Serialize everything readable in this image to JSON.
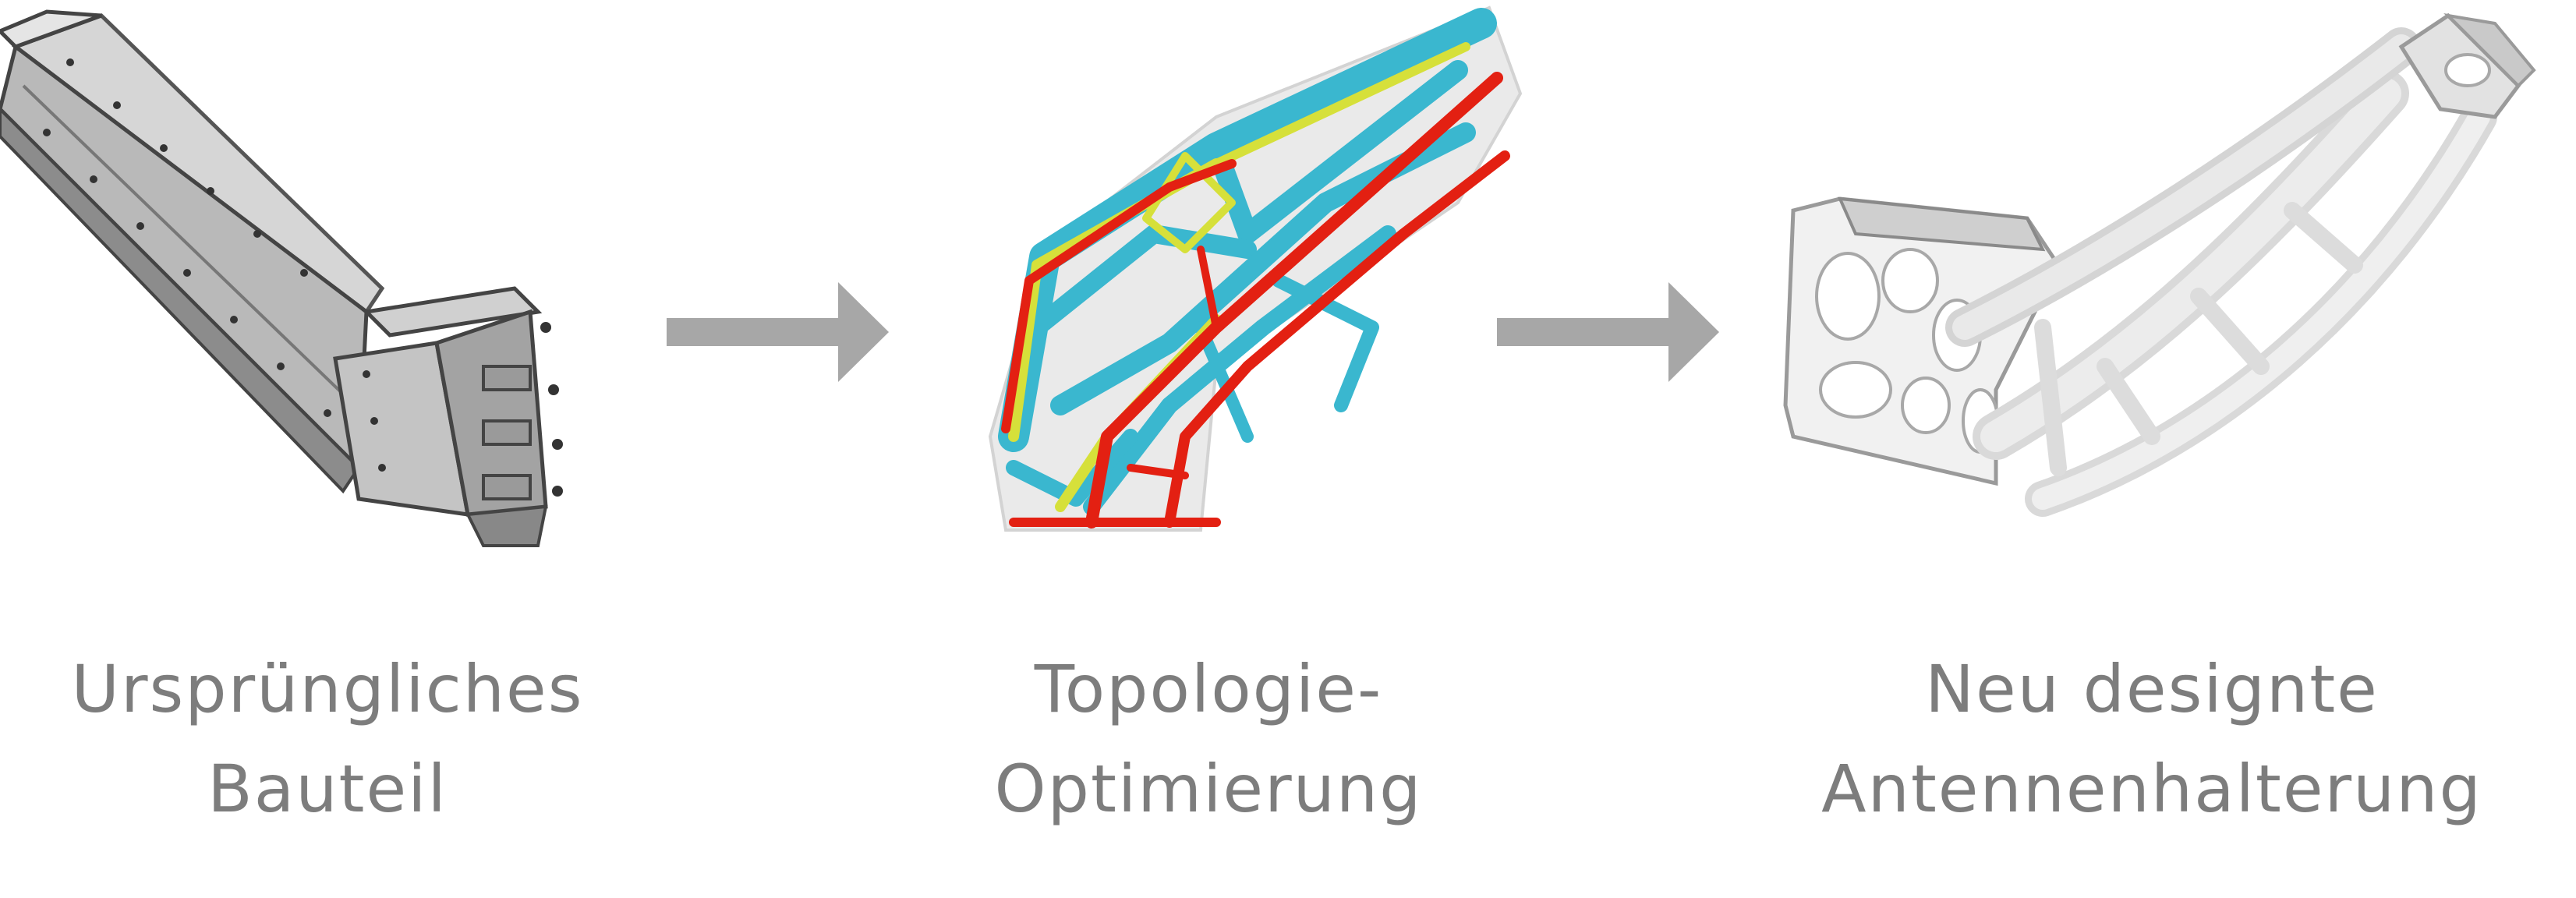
{
  "steps": [
    {
      "line1": "Ursprüngliches",
      "line2": "Bauteil"
    },
    {
      "line1": "Topologie-",
      "line2": "Optimierung"
    },
    {
      "line1": "Neu designte",
      "line2": "Antennenhalterung"
    }
  ],
  "colors": {
    "text": "#7d7d7d",
    "arrow": "#a7a7a7",
    "original_part": "#b9b9b9",
    "optimization_low": "#3ab7cf",
    "optimization_mid": "#e6e628",
    "optimization_high": "#e32012",
    "new_part": "#e6e6e6"
  },
  "icons": [
    "original-part-drawing",
    "arrow-right-icon",
    "topology-optimization-drawing",
    "arrow-right-icon",
    "new-bracket-drawing"
  ]
}
